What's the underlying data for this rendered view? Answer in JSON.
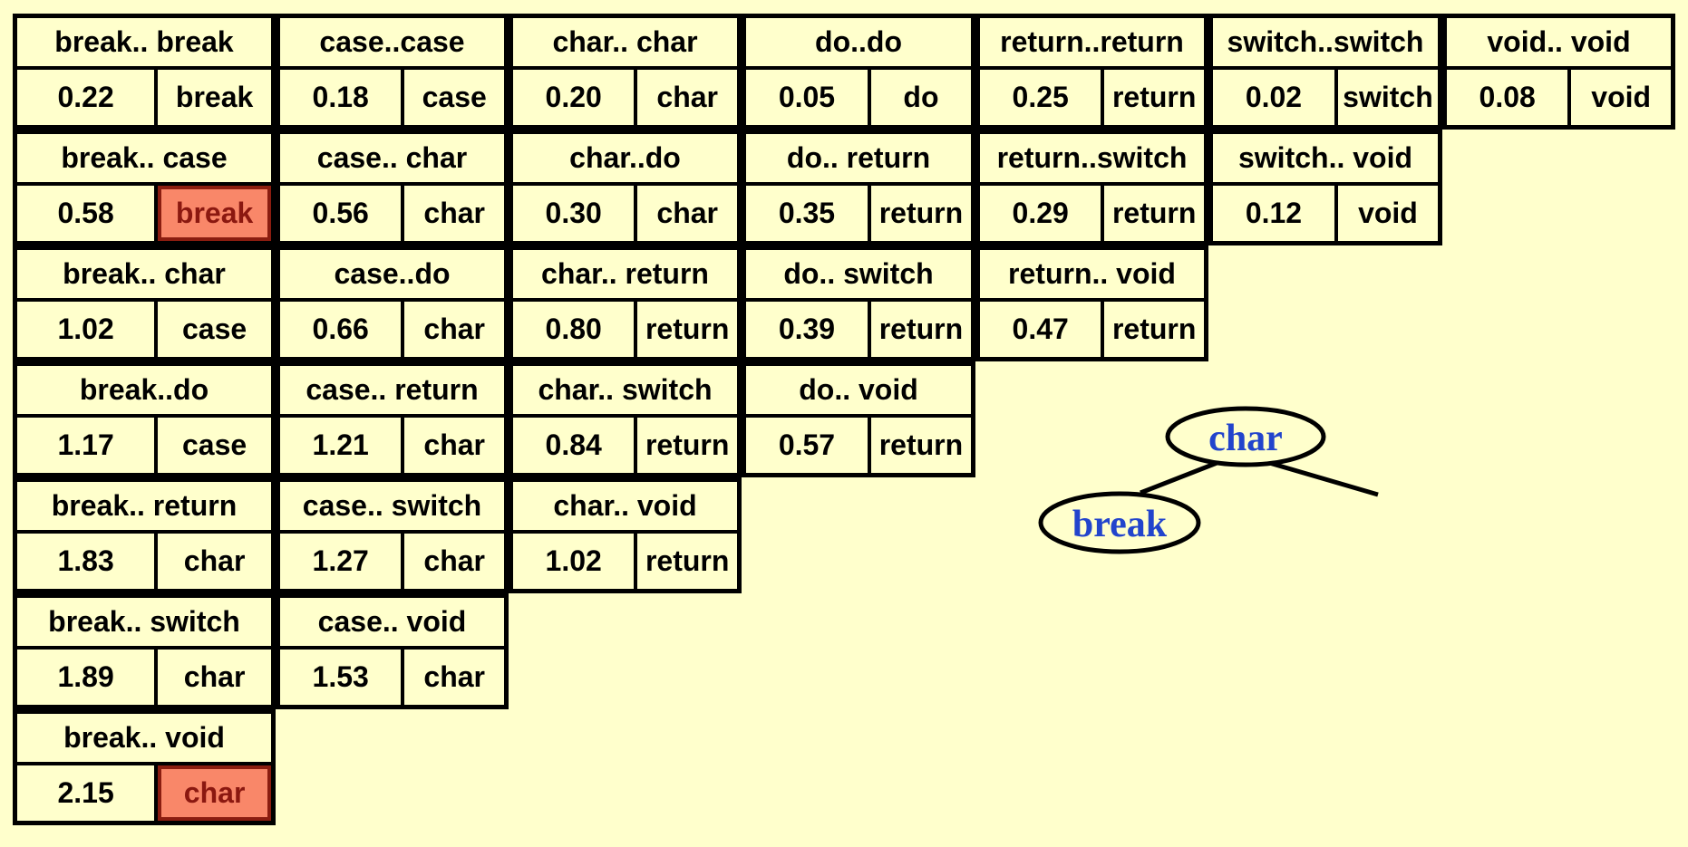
{
  "colors": {
    "background": "#FFFFCC",
    "cell_fill": "#FFFFCC",
    "border": "#000000",
    "highlight_fill": "#F98769",
    "highlight_text": "#8B1810",
    "tree_label_blue": "#2244CC"
  },
  "tables": [
    {
      "row": 1,
      "col": 1,
      "range": "break.. break",
      "cost": "0.22",
      "root": "break",
      "highlighted": false
    },
    {
      "row": 1,
      "col": 2,
      "range": "case..case",
      "cost": "0.18",
      "root": "case",
      "highlighted": false
    },
    {
      "row": 1,
      "col": 3,
      "range": "char.. char",
      "cost": "0.20",
      "root": "char",
      "highlighted": false
    },
    {
      "row": 1,
      "col": 4,
      "range": "do..do",
      "cost": "0.05",
      "root": "do",
      "highlighted": false
    },
    {
      "row": 1,
      "col": 5,
      "range": "return..return",
      "cost": "0.25",
      "root": "return",
      "highlighted": false
    },
    {
      "row": 1,
      "col": 6,
      "range": "switch..switch",
      "cost": "0.02",
      "root": "switch",
      "highlighted": false
    },
    {
      "row": 1,
      "col": 7,
      "range": "void.. void",
      "cost": "0.08",
      "root": "void",
      "highlighted": false
    },
    {
      "row": 2,
      "col": 1,
      "range": "break.. case",
      "cost": "0.58",
      "root": "break",
      "highlighted": true
    },
    {
      "row": 2,
      "col": 2,
      "range": "case.. char",
      "cost": "0.56",
      "root": "char",
      "highlighted": false
    },
    {
      "row": 2,
      "col": 3,
      "range": "char..do",
      "cost": "0.30",
      "root": "char",
      "highlighted": false
    },
    {
      "row": 2,
      "col": 4,
      "range": "do.. return",
      "cost": "0.35",
      "root": "return",
      "highlighted": false
    },
    {
      "row": 2,
      "col": 5,
      "range": "return..switch",
      "cost": "0.29",
      "root": "return",
      "highlighted": false
    },
    {
      "row": 2,
      "col": 6,
      "range": "switch.. void",
      "cost": "0.12",
      "root": "void",
      "highlighted": false
    },
    {
      "row": 3,
      "col": 1,
      "range": "break.. char",
      "cost": "1.02",
      "root": "case",
      "highlighted": false
    },
    {
      "row": 3,
      "col": 2,
      "range": "case..do",
      "cost": "0.66",
      "root": "char",
      "highlighted": false
    },
    {
      "row": 3,
      "col": 3,
      "range": "char.. return",
      "cost": "0.80",
      "root": "return",
      "highlighted": false
    },
    {
      "row": 3,
      "col": 4,
      "range": "do.. switch",
      "cost": "0.39",
      "root": "return",
      "highlighted": false
    },
    {
      "row": 3,
      "col": 5,
      "range": "return.. void",
      "cost": "0.47",
      "root": "return",
      "highlighted": false
    },
    {
      "row": 4,
      "col": 1,
      "range": "break..do",
      "cost": "1.17",
      "root": "case",
      "highlighted": false
    },
    {
      "row": 4,
      "col": 2,
      "range": "case.. return",
      "cost": "1.21",
      "root": "char",
      "highlighted": false
    },
    {
      "row": 4,
      "col": 3,
      "range": "char.. switch",
      "cost": "0.84",
      "root": "return",
      "highlighted": false
    },
    {
      "row": 4,
      "col": 4,
      "range": "do.. void",
      "cost": "0.57",
      "root": "return",
      "highlighted": false
    },
    {
      "row": 5,
      "col": 1,
      "range": "break.. return",
      "cost": "1.83",
      "root": "char",
      "highlighted": false
    },
    {
      "row": 5,
      "col": 2,
      "range": "case.. switch",
      "cost": "1.27",
      "root": "char",
      "highlighted": false
    },
    {
      "row": 5,
      "col": 3,
      "range": "char.. void",
      "cost": "1.02",
      "root": "return",
      "highlighted": false
    },
    {
      "row": 6,
      "col": 1,
      "range": "break.. switch",
      "cost": "1.89",
      "root": "char",
      "highlighted": false
    },
    {
      "row": 6,
      "col": 2,
      "range": "case.. void",
      "cost": "1.53",
      "root": "char",
      "highlighted": false
    },
    {
      "row": 7,
      "col": 1,
      "range": "break.. void",
      "cost": "2.15",
      "root": "char",
      "highlighted": true
    }
  ],
  "tree": {
    "root_label": "char",
    "left_child_label": "break"
  }
}
